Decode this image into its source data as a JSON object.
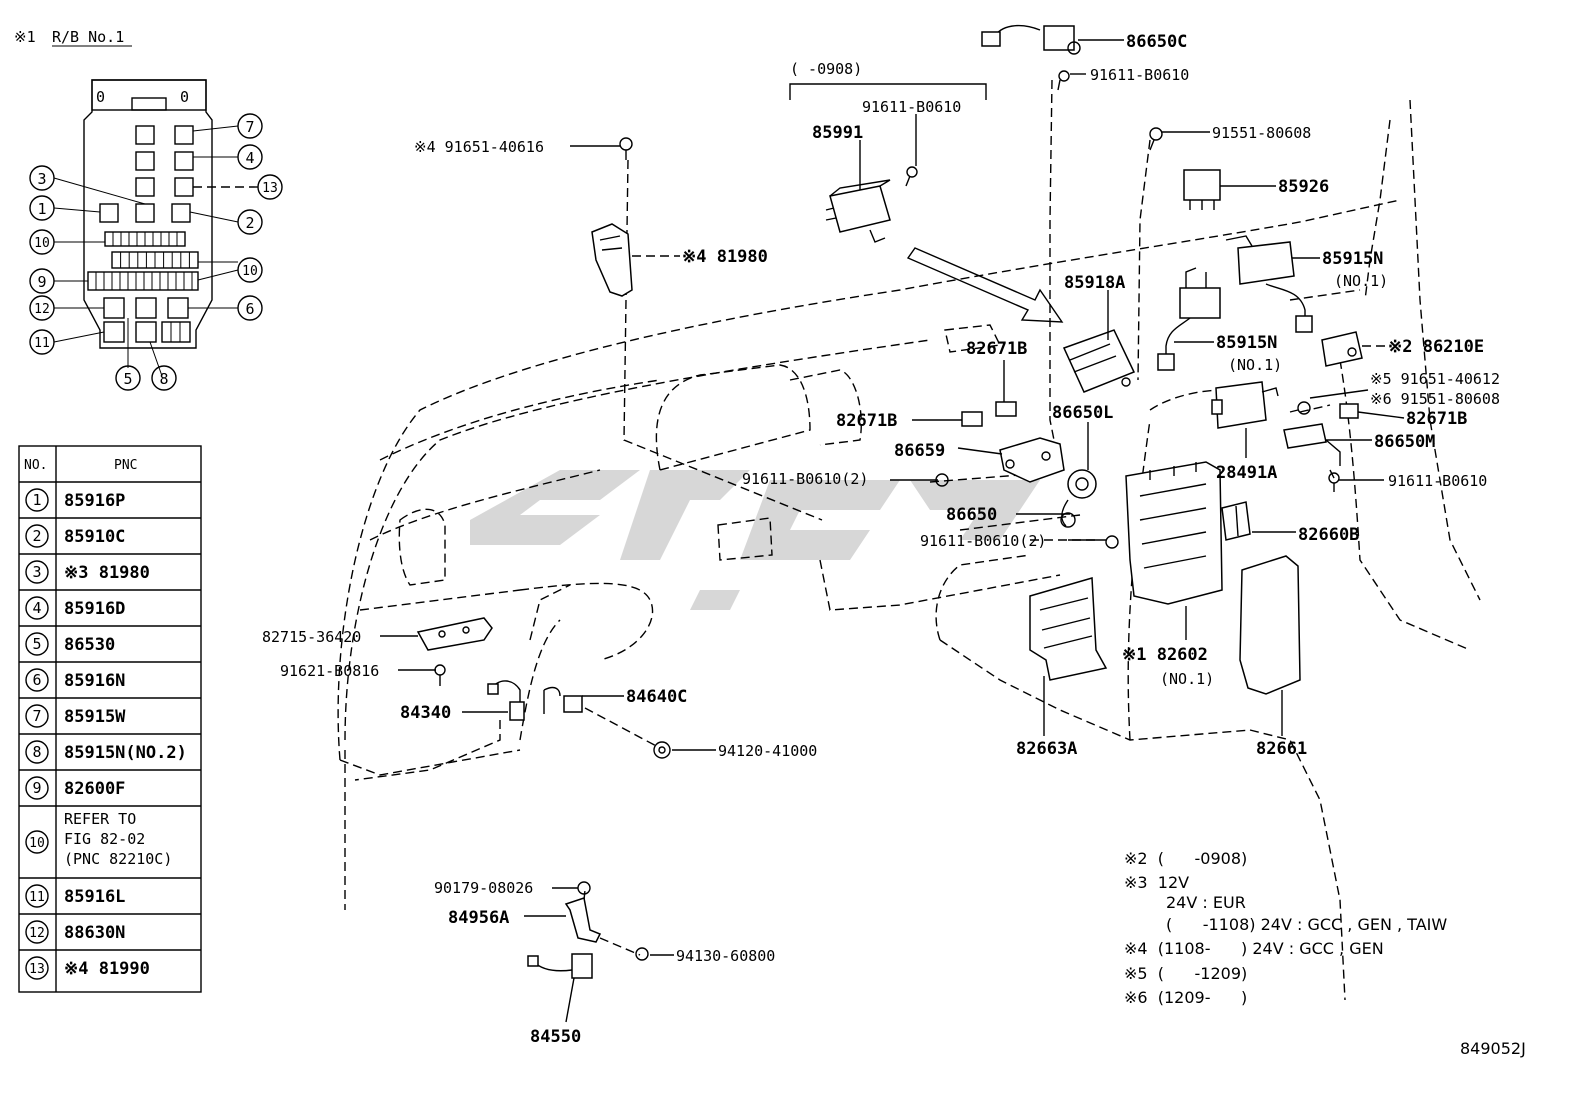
{
  "header": {
    "marker": "※1",
    "title": "R/B No.1"
  },
  "relay_block": {
    "top_marks": [
      "0",
      "0"
    ],
    "callouts": [
      "1",
      "2",
      "3",
      "4",
      "5",
      "6",
      "7",
      "8",
      "9",
      "10",
      "11",
      "12",
      "13"
    ]
  },
  "pnc_table": {
    "col_no": "NO.",
    "col_pnc": "PNC",
    "rows": [
      {
        "no": "1",
        "pnc": "85916P"
      },
      {
        "no": "2",
        "pnc": "85910C"
      },
      {
        "no": "3",
        "pnc": "※3 81980"
      },
      {
        "no": "4",
        "pnc": "85916D"
      },
      {
        "no": "5",
        "pnc": "86530"
      },
      {
        "no": "6",
        "pnc": "85916N"
      },
      {
        "no": "7",
        "pnc": "85915W"
      },
      {
        "no": "8",
        "pnc": "85915N(NO.2)"
      },
      {
        "no": "9",
        "pnc": "82600F"
      },
      {
        "no": "10",
        "pnc": "REFER TO|FIG 82-02|(PNC 82210C)"
      },
      {
        "no": "11",
        "pnc": "85916L"
      },
      {
        "no": "12",
        "pnc": "88630N"
      },
      {
        "no": "13",
        "pnc": "※4 81990"
      }
    ]
  },
  "part_labels": [
    "86650C",
    "91611-B0610",
    "(      -0908)",
    "91611-B0610",
    "85991",
    "※4 91651-40616",
    "※4 81980",
    "91551-80608",
    "85926",
    "85915N",
    "(NO.1)",
    "85918A",
    "82671B",
    "85915N",
    "(NO.1)",
    "※2 86210E",
    "※5 91651-40612",
    "※6 91551-80608",
    "82671B",
    "86650L",
    "82671B",
    "86659",
    "86650M",
    "91611-B0610(2)",
    "28491A",
    "91611-B0610",
    "86650",
    "82660B",
    "91611-B0610(2)",
    "82715-36420",
    "91621-B0816",
    "84640C",
    "84340",
    "※1 82602",
    "(NO.1)",
    "82663A",
    "82661",
    "94120-41000",
    "90179-08026",
    "84956A",
    "94130-60800",
    "84550"
  ],
  "notes": [
    "※2  (      -0908)",
    "※3  12V",
    "24V : EUR",
    "(      -1108) 24V : GCC , GEN , TAIW",
    "※4  (1108-      ) 24V : GCC , GEN",
    "※5  (      -1209)",
    "※6  (1209-      )"
  ],
  "diagram_code": "849052J"
}
